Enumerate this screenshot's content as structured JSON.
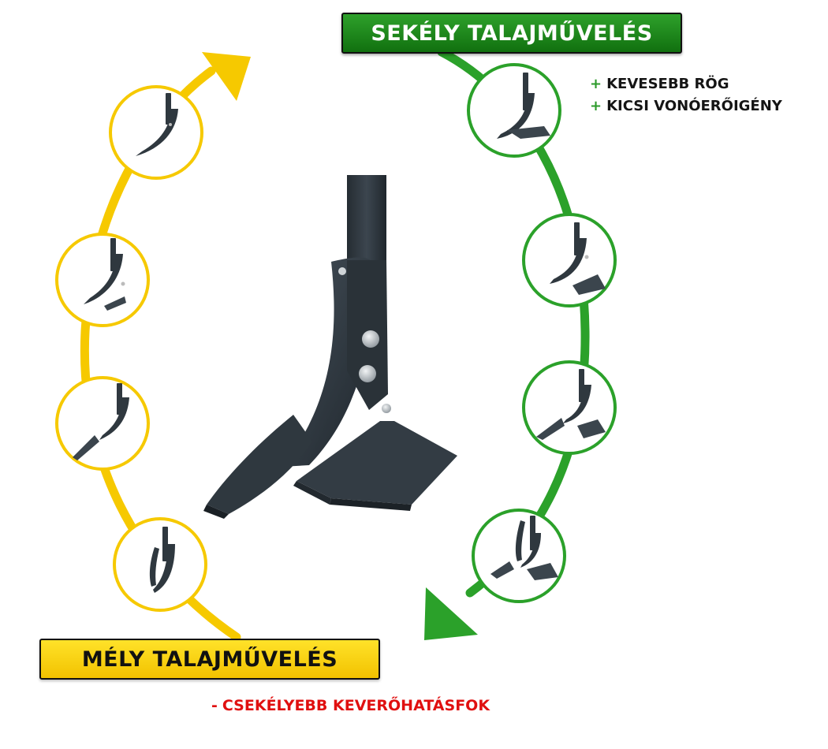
{
  "shallow": {
    "title": "SEKÉLY TALAJMŰVELÉS",
    "color": "#1f8f1d",
    "benefits": [
      {
        "sign": "+",
        "text": "KEVESEBB RÖG"
      },
      {
        "sign": "+",
        "text": "KICSI VONÓERŐIGÉNY"
      }
    ]
  },
  "deep": {
    "title": "MÉLY TALAJMŰVELÉS",
    "color": "#f6c900",
    "drawback": {
      "sign": "-",
      "text": "CSEKÉLYEBB KEVERŐHATÁSFOK"
    }
  },
  "icons": {
    "green_cycle": [
      "tine-with-wing-share-icon",
      "tine-share-disassembled-icon",
      "tine-point-and-wing-apart-icon",
      "tine-fully-disassembled-icon"
    ],
    "yellow_cycle": [
      "deep-tine-with-point-icon",
      "deep-tine-point-detached-icon",
      "deep-tine-chisel-detached-icon",
      "deep-tine-shin-detached-icon"
    ],
    "center": "subsoiler-tine-with-wing-share-icon"
  },
  "colors": {
    "arrow_green": "#2ba12a",
    "arrow_yellow": "#f6c900",
    "steel": "#2c343b"
  }
}
